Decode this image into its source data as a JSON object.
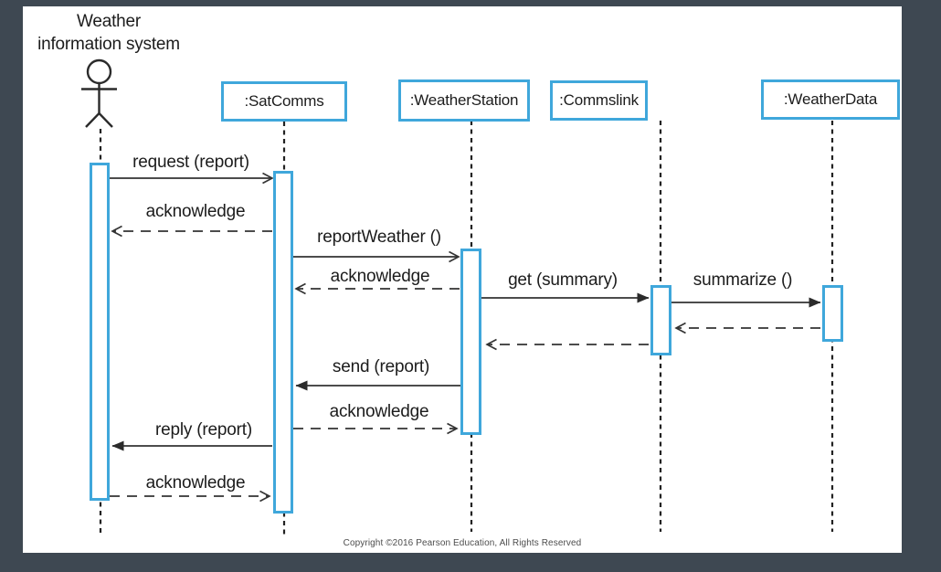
{
  "diagram_type": "uml-sequence-diagram",
  "actor": {
    "name": "Weather information system",
    "name_line1": "Weather",
    "name_line2": "information system"
  },
  "lifelines": [
    ":SatComms",
    ":WeatherStation",
    ":Commslink",
    ":WeatherData"
  ],
  "messages": [
    {
      "label": "request (report)",
      "from": "Weather information system",
      "to": ":SatComms",
      "style": "solid-open-arrow"
    },
    {
      "label": "acknowledge",
      "from": ":SatComms",
      "to": "Weather information system",
      "style": "dashed-open-arrow"
    },
    {
      "label": "reportWeather ()",
      "from": ":SatComms",
      "to": ":WeatherStation",
      "style": "solid-open-arrow"
    },
    {
      "label": "acknowledge",
      "from": ":WeatherStation",
      "to": ":SatComms",
      "style": "dashed-open-arrow"
    },
    {
      "label": "get (summary)",
      "from": ":WeatherStation",
      "to": ":Commslink",
      "style": "solid-filled-arrow"
    },
    {
      "label": "summarize ()",
      "from": ":Commslink",
      "to": ":WeatherData",
      "style": "solid-filled-arrow"
    },
    {
      "label": "",
      "from": ":WeatherData",
      "to": ":Commslink",
      "style": "dashed-open-arrow"
    },
    {
      "label": "",
      "from": ":Commslink",
      "to": ":WeatherStation",
      "style": "dashed-open-arrow"
    },
    {
      "label": "send (report)",
      "from": ":WeatherStation",
      "to": ":SatComms",
      "style": "solid-filled-arrow"
    },
    {
      "label": "acknowledge",
      "from": ":SatComms",
      "to": ":WeatherStation",
      "style": "dashed-open-arrow"
    },
    {
      "label": "reply (report)",
      "from": ":SatComms",
      "to": "Weather information system",
      "style": "solid-filled-arrow"
    },
    {
      "label": "acknowledge",
      "from": "Weather information system",
      "to": ":SatComms",
      "style": "dashed-open-arrow"
    }
  ],
  "footer": {
    "copyright": "Copyright ©2016 Pearson Education, All Rights Reserved"
  },
  "colors": {
    "accent_blue": "#3fa7db",
    "frame_background": "#3e4852",
    "panel_background": "#ffffff",
    "line": "#333333",
    "text": "#1c1c1c"
  }
}
